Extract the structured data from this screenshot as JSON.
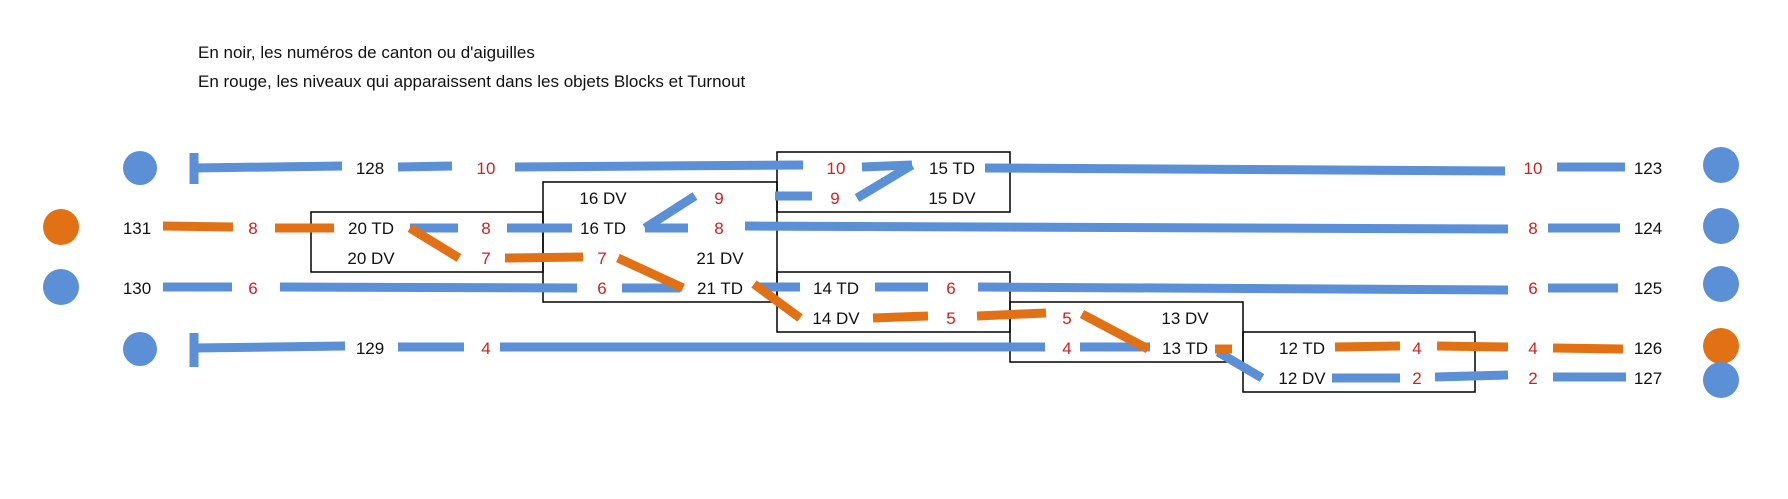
{
  "legend": {
    "line1": "En noir, les numéros de canton ou d'aiguilles",
    "line2": "En rouge, les niveaux qui apparaissent dans les objets Blocks et Turnout"
  },
  "colors": {
    "track": "#5b8fd6",
    "track_highlight": "#e27115",
    "box": "#000000",
    "text": "#111111",
    "level_text": "#d01f1f"
  },
  "labels": {
    "b128": "128",
    "b131": "131",
    "b130": "130",
    "b129": "129",
    "b123": "123",
    "b124": "124",
    "b125": "125",
    "b126": "126",
    "b127": "127",
    "t20td": "20 TD",
    "t20dv": "20 DV",
    "t16dv": "16 DV",
    "t16td": "16 TD",
    "t15td": "15 TD",
    "t15dv": "15 DV",
    "t21dv": "21 DV",
    "t21td": "21 TD",
    "t14td": "14 TD",
    "t14dv": "14 DV",
    "t13dv": "13 DV",
    "t13td": "13 TD",
    "t12td": "12 TD",
    "t12dv": "12 DV"
  },
  "levels": {
    "r128": "10",
    "r15": "10",
    "r123": "10",
    "r9a": "9",
    "r9b": "9",
    "r131": "8",
    "r20": "8",
    "r16": "8",
    "r124": "8",
    "r7a": "7",
    "r7b": "7",
    "r130": "6",
    "r21": "6",
    "r14": "6",
    "r125": "6",
    "r5a": "5",
    "r5b": "5",
    "r129": "4",
    "r13": "4",
    "r12": "4",
    "r126": "4",
    "r2a": "2",
    "r2b": "2"
  }
}
